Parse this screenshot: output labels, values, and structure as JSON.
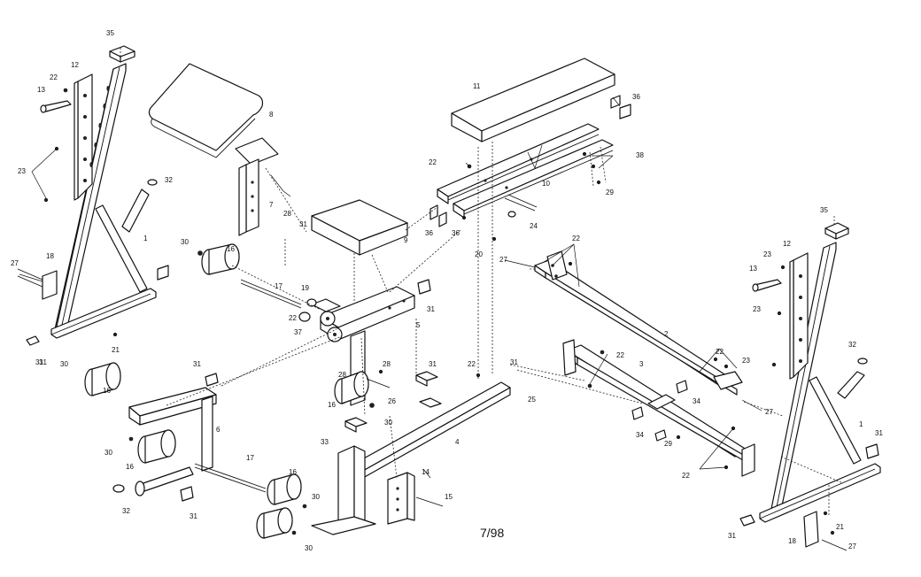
{
  "diagram": {
    "footer_code": "7/98",
    "callouts": [
      {
        "id": "c35a",
        "text": "35"
      },
      {
        "id": "c12a",
        "text": "12"
      },
      {
        "id": "c22a",
        "text": "22"
      },
      {
        "id": "c13a",
        "text": "13"
      },
      {
        "id": "c23a",
        "text": "23"
      },
      {
        "id": "c32a",
        "text": "32"
      },
      {
        "id": "c1a",
        "text": "1"
      },
      {
        "id": "c18a",
        "text": "18"
      },
      {
        "id": "c27a",
        "text": "27"
      },
      {
        "id": "c31a",
        "text": "31"
      },
      {
        "id": "c21a",
        "text": "21"
      },
      {
        "id": "c8",
        "text": "8"
      },
      {
        "id": "c7",
        "text": "7"
      },
      {
        "id": "c28a",
        "text": "28"
      },
      {
        "id": "c31b",
        "text": "31"
      },
      {
        "id": "c9",
        "text": "9"
      },
      {
        "id": "c30a",
        "text": "30"
      },
      {
        "id": "c16a",
        "text": "16"
      },
      {
        "id": "c17a",
        "text": "17"
      },
      {
        "id": "c19",
        "text": "19"
      },
      {
        "id": "c22b",
        "text": "22"
      },
      {
        "id": "c37",
        "text": "37"
      },
      {
        "id": "c31c",
        "text": "31"
      },
      {
        "id": "c5a",
        "text": "5"
      },
      {
        "id": "c31d",
        "text": "31"
      },
      {
        "id": "c28b",
        "text": "28"
      },
      {
        "id": "c11",
        "text": "11"
      },
      {
        "id": "c36a",
        "text": "36"
      },
      {
        "id": "c22c",
        "text": "22"
      },
      {
        "id": "c38",
        "text": "38"
      },
      {
        "id": "c10",
        "text": "10"
      },
      {
        "id": "c29a",
        "text": "29"
      },
      {
        "id": "c36b",
        "text": "36"
      },
      {
        "id": "c36c",
        "text": "36"
      },
      {
        "id": "c24",
        "text": "24"
      },
      {
        "id": "c20",
        "text": "20"
      },
      {
        "id": "c27b",
        "text": "27"
      },
      {
        "id": "c22d",
        "text": "22"
      },
      {
        "id": "c35b",
        "text": "35"
      },
      {
        "id": "c12b",
        "text": "12"
      },
      {
        "id": "c23b",
        "text": "23"
      },
      {
        "id": "c13b",
        "text": "13"
      },
      {
        "id": "c23c",
        "text": "23"
      },
      {
        "id": "c23d",
        "text": "23"
      },
      {
        "id": "c32b",
        "text": "32"
      },
      {
        "id": "c2",
        "text": "2"
      },
      {
        "id": "c22e",
        "text": "22"
      },
      {
        "id": "c22f",
        "text": "22"
      },
      {
        "id": "c3",
        "text": "3"
      },
      {
        "id": "c34a",
        "text": "34"
      },
      {
        "id": "c27c",
        "text": "27"
      },
      {
        "id": "c1b",
        "text": "1"
      },
      {
        "id": "c31e",
        "text": "31"
      },
      {
        "id": "c29b",
        "text": "29"
      },
      {
        "id": "c34b",
        "text": "34"
      },
      {
        "id": "c22g",
        "text": "22"
      },
      {
        "id": "c31f",
        "text": "31"
      },
      {
        "id": "c22h",
        "text": "22"
      },
      {
        "id": "c31g",
        "text": "31"
      },
      {
        "id": "c28c",
        "text": "28"
      },
      {
        "id": "c26",
        "text": "26"
      },
      {
        "id": "c16b",
        "text": "16"
      },
      {
        "id": "c30b",
        "text": "30"
      },
      {
        "id": "c25",
        "text": "25"
      },
      {
        "id": "c4",
        "text": "4"
      },
      {
        "id": "c33",
        "text": "33"
      },
      {
        "id": "c30c",
        "text": "30"
      },
      {
        "id": "c16c",
        "text": "16"
      },
      {
        "id": "c6",
        "text": "6"
      },
      {
        "id": "c30d",
        "text": "30"
      },
      {
        "id": "c16d",
        "text": "16"
      },
      {
        "id": "c17b",
        "text": "17"
      },
      {
        "id": "c16e",
        "text": "16"
      },
      {
        "id": "c30e",
        "text": "30"
      },
      {
        "id": "c32c",
        "text": "32"
      },
      {
        "id": "c31h",
        "text": "31"
      },
      {
        "id": "c30f",
        "text": "30"
      },
      {
        "id": "c14",
        "text": "14"
      },
      {
        "id": "c15",
        "text": "15"
      },
      {
        "id": "c31i",
        "text": "31"
      },
      {
        "id": "c18b",
        "text": "18"
      },
      {
        "id": "c21b",
        "text": "21"
      },
      {
        "id": "c27d",
        "text": "27"
      },
      {
        "id": "c31j",
        "text": "31"
      }
    ]
  }
}
